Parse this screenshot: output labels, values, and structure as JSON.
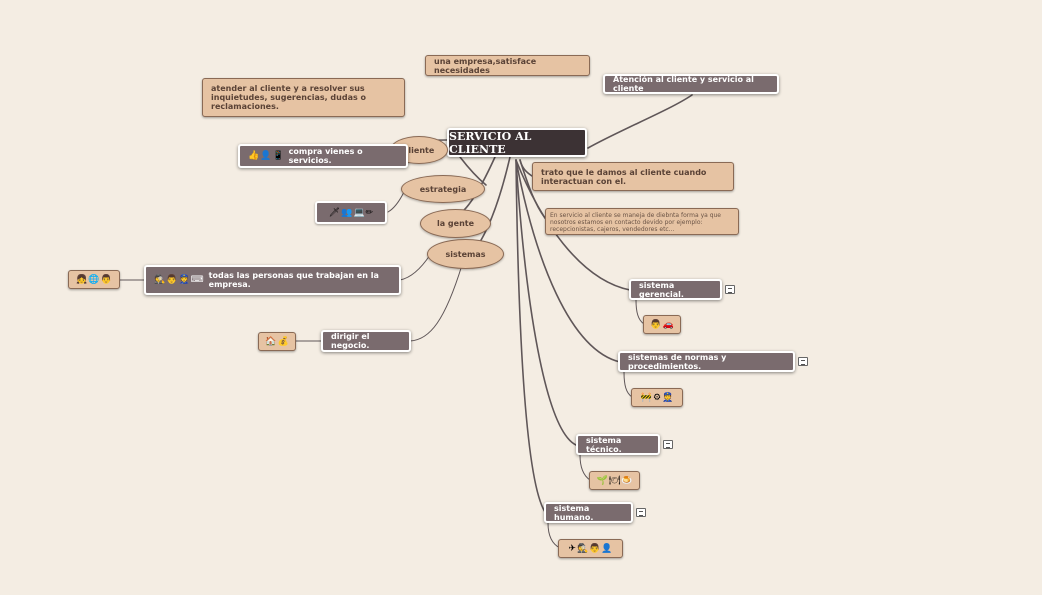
{
  "root": {
    "label": "SERVICIO AL CLIENTE"
  },
  "nodes": {
    "empresa": "una empresa,satisface necesidades",
    "atender": "atender al cliente y a resolver sus inquietudes, sugerencias, dudas o reclamaciones.",
    "atencion": "Atención al cliente y servicio al cliente",
    "cliente": "cliente",
    "compra": "compra vienes o servicios.",
    "trato": "trato que le damos al cliente cuando interactuan con el.",
    "servicio_desc": "En servicio al cliente se maneja de diebnta forma ya que nosotros estamos en contacto devido por ejemplo: recepcionistas, cajeros, vendedores etc...",
    "estrategia": "estrategia",
    "la_gente": "la gente",
    "sistemas": "sistemas",
    "personas": "todas las personas que trabajan en la empresa.",
    "dirigir": "dirigir el negocio.",
    "gerencial": "sistema gerencial.",
    "normas": "sistemas de normas y procedimientos.",
    "tecnico": "sistema técnico.",
    "humano": "sistema humano."
  },
  "icons": {
    "compra": [
      "thumbs-up-icon",
      "person-icon",
      "phone-icon"
    ],
    "estrategia": [
      "sword-icon",
      "people-icon",
      "computer-icon",
      "pencil-icon"
    ],
    "personas": [
      "spy-icon",
      "man-icon",
      "police-icon",
      "keyboard-icon"
    ],
    "personas_left": [
      "girl-icon",
      "globe-icon",
      "man-icon"
    ],
    "dirigir": [
      "house-icon",
      "money-bag-icon"
    ],
    "gerencial": [
      "man-icon",
      "car-icon"
    ],
    "normas": [
      "barrier-icon",
      "gear-icon",
      "police-icon"
    ],
    "tecnico": [
      "plant-icon",
      "dish-icon",
      "pudding-icon"
    ],
    "humano": [
      "plane-icon",
      "spy-icon",
      "man-icon",
      "person-icon"
    ]
  },
  "colors": {
    "background": "#f4ede3",
    "root": "#3c3234",
    "topic_dark": "#7a6b6e",
    "topic_tan": "#e6c3a3",
    "connector": "#5f5658"
  }
}
